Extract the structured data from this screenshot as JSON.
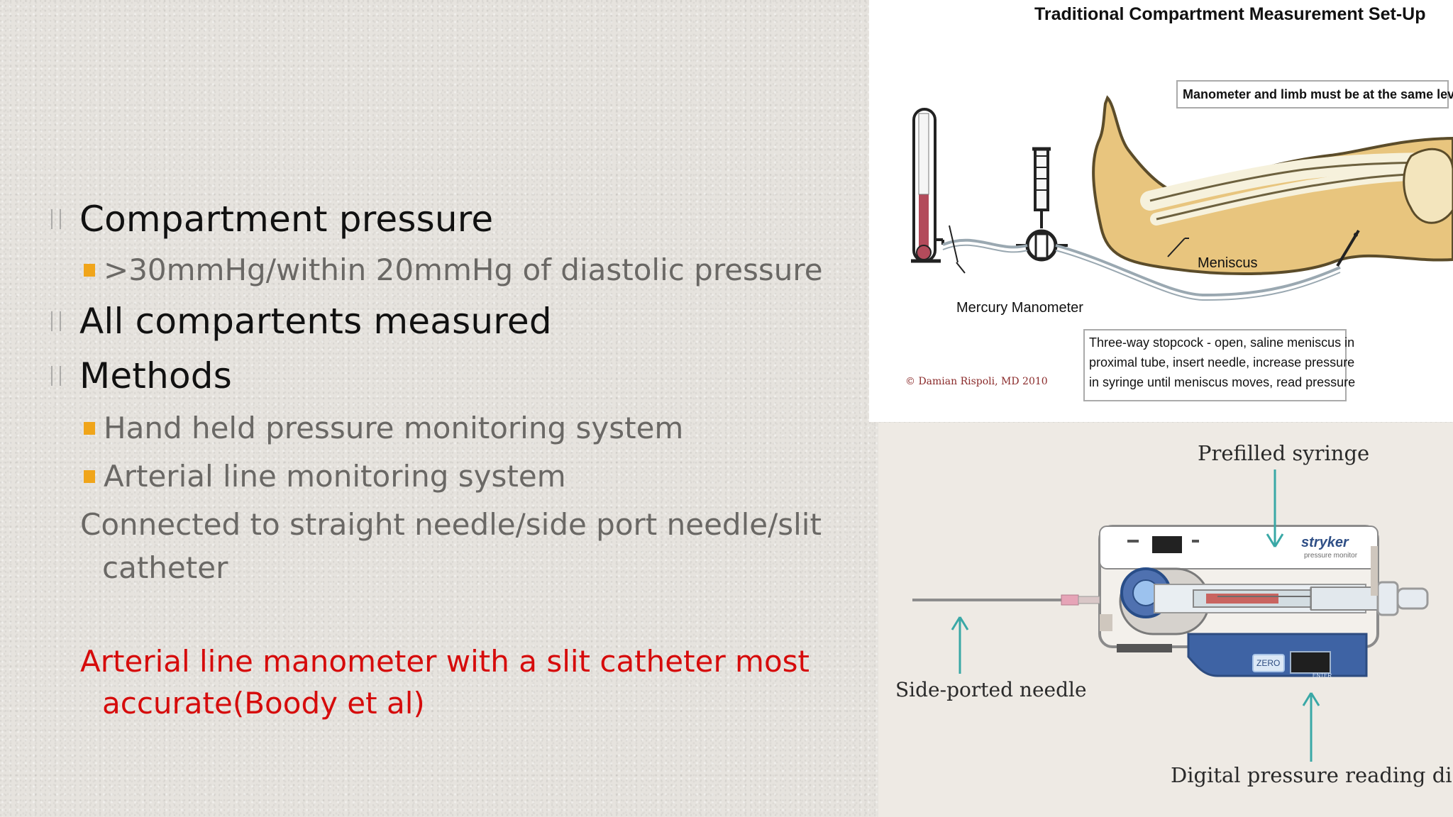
{
  "slide": {
    "bullets": [
      {
        "text": "Compartment pressure",
        "level": 1
      },
      {
        "text": ">30mmHg/within 20mmHg of diastolic pressure",
        "level": 2
      },
      {
        "text": "All compartents measured",
        "level": 1
      },
      {
        "text": "Methods",
        "level": 1
      },
      {
        "text": "Hand held pressure monitoring system",
        "level": 2
      },
      {
        "text": "Arterial line monitoring system",
        "level": 2
      }
    ],
    "connected_text": {
      "line1": "Connected to straight needle/side port needle/slit",
      "line2": "catheter"
    },
    "red_note": {
      "line1": "Arterial line manometer with a slit catheter most",
      "line2": "accurate(Boody et al)"
    },
    "colors": {
      "background": "#e6e3de",
      "bullet_level1": "#111111",
      "bullet_level2": "#6a6865",
      "bullet_marker": "#f0a51a",
      "accent": "#d60b0b"
    }
  },
  "top_figure": {
    "title": "Traditional Compartment Measurement Set-Up",
    "note_level": "Manometer and limb must be at the same level",
    "label_meniscus": "Meniscus",
    "label_mercury": "Mercury Manometer",
    "stopcock_note": {
      "line1": "Three-way stopcock - open, saline meniscus in",
      "line2": "proximal tube,  insert needle, increase pressure",
      "line3": "in syringe until meniscus moves, read pressure"
    },
    "copyright": "© Damian Rispoli, MD 2010",
    "colors": {
      "leg": "#e8c57e",
      "bone": "#f6f1dc",
      "mercury": "#b34b5b",
      "tube": "#9aa8b1"
    },
    "icons": [
      "mercury-manometer-icon",
      "syringe-icon",
      "stopcock-icon",
      "leg-illustration-icon",
      "needle-icon"
    ]
  },
  "bottom_figure": {
    "label_prefilled_syringe": "Prefilled syringe",
    "label_side_ported_needle": "Side-ported needle",
    "label_digital_display": "Digital pressure reading display",
    "device_brand": "stryker",
    "device_small_text": "pressure monitor",
    "button_zero": "ZERO",
    "button_small": "ENTER",
    "colors": {
      "device_body": "#f3f0eb",
      "device_blue": "#3e63a4",
      "syringe_red": "#c96460",
      "arrow": "#39a8a6"
    },
    "icons": [
      "pressure-monitor-device-icon",
      "needle-icon",
      "arrow-up-icon"
    ]
  }
}
